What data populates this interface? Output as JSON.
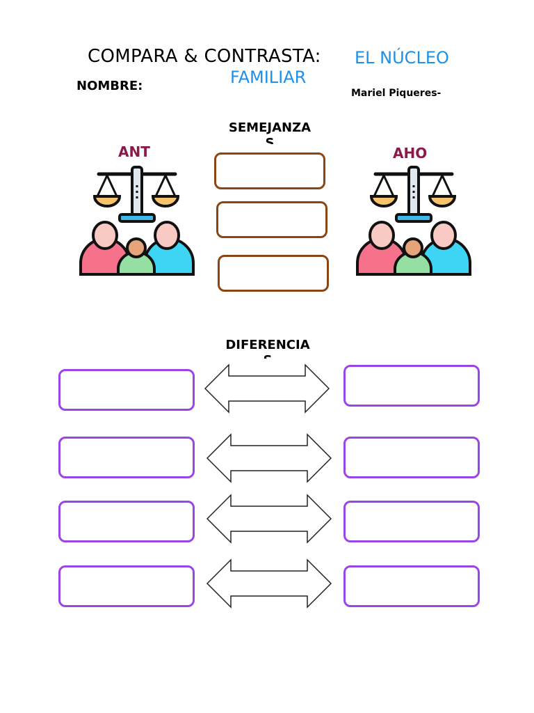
{
  "header": {
    "title_prefix": "COMPARA & CONTRASTA:",
    "title_accent_line1": "EL NÚCLEO",
    "title_accent_line2": "FAMILIAR",
    "name_label": "NOMBRE:",
    "author": "Mariel Piqueres-"
  },
  "sections": {
    "similarities": "SEMEJANZAS",
    "differences": "DIFERENCIAS"
  },
  "columns": {
    "left": "ANT",
    "right": "AHO"
  },
  "colors": {
    "title_accent": "#1E90E8",
    "column_heading": "#8B1A4A",
    "brown_border": "#8B4513",
    "purple_border": "#9B45E8"
  },
  "icons": [
    "balance-scale-icon",
    "family-icon"
  ]
}
